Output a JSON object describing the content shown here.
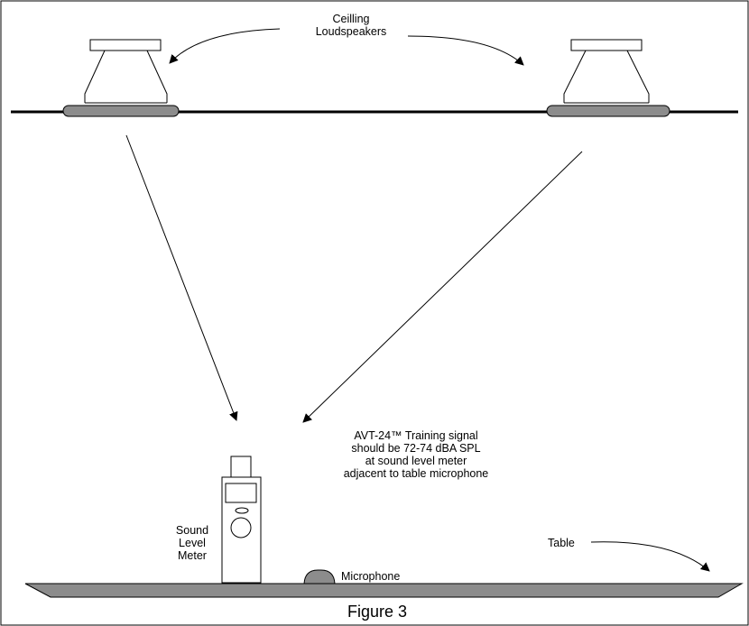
{
  "figure": {
    "speakers_label_line1": "Ceilling",
    "speakers_label_line2": "Loudspeakers",
    "note_line1": "AVT-24™ Training signal",
    "note_line2": "should be 72-74 dBA SPL",
    "note_line3": "at sound  level meter",
    "note_line4": "adjacent to table microphone",
    "meter_label_line1": "Sound",
    "meter_label_line2": "Level",
    "meter_label_line3": "Meter",
    "microphone_label": "Microphone",
    "table_label": "Table",
    "caption": "Figure 3"
  },
  "colors": {
    "line": "#000000",
    "fill_gray": "#8c8c8c",
    "background": "#ffffff"
  }
}
